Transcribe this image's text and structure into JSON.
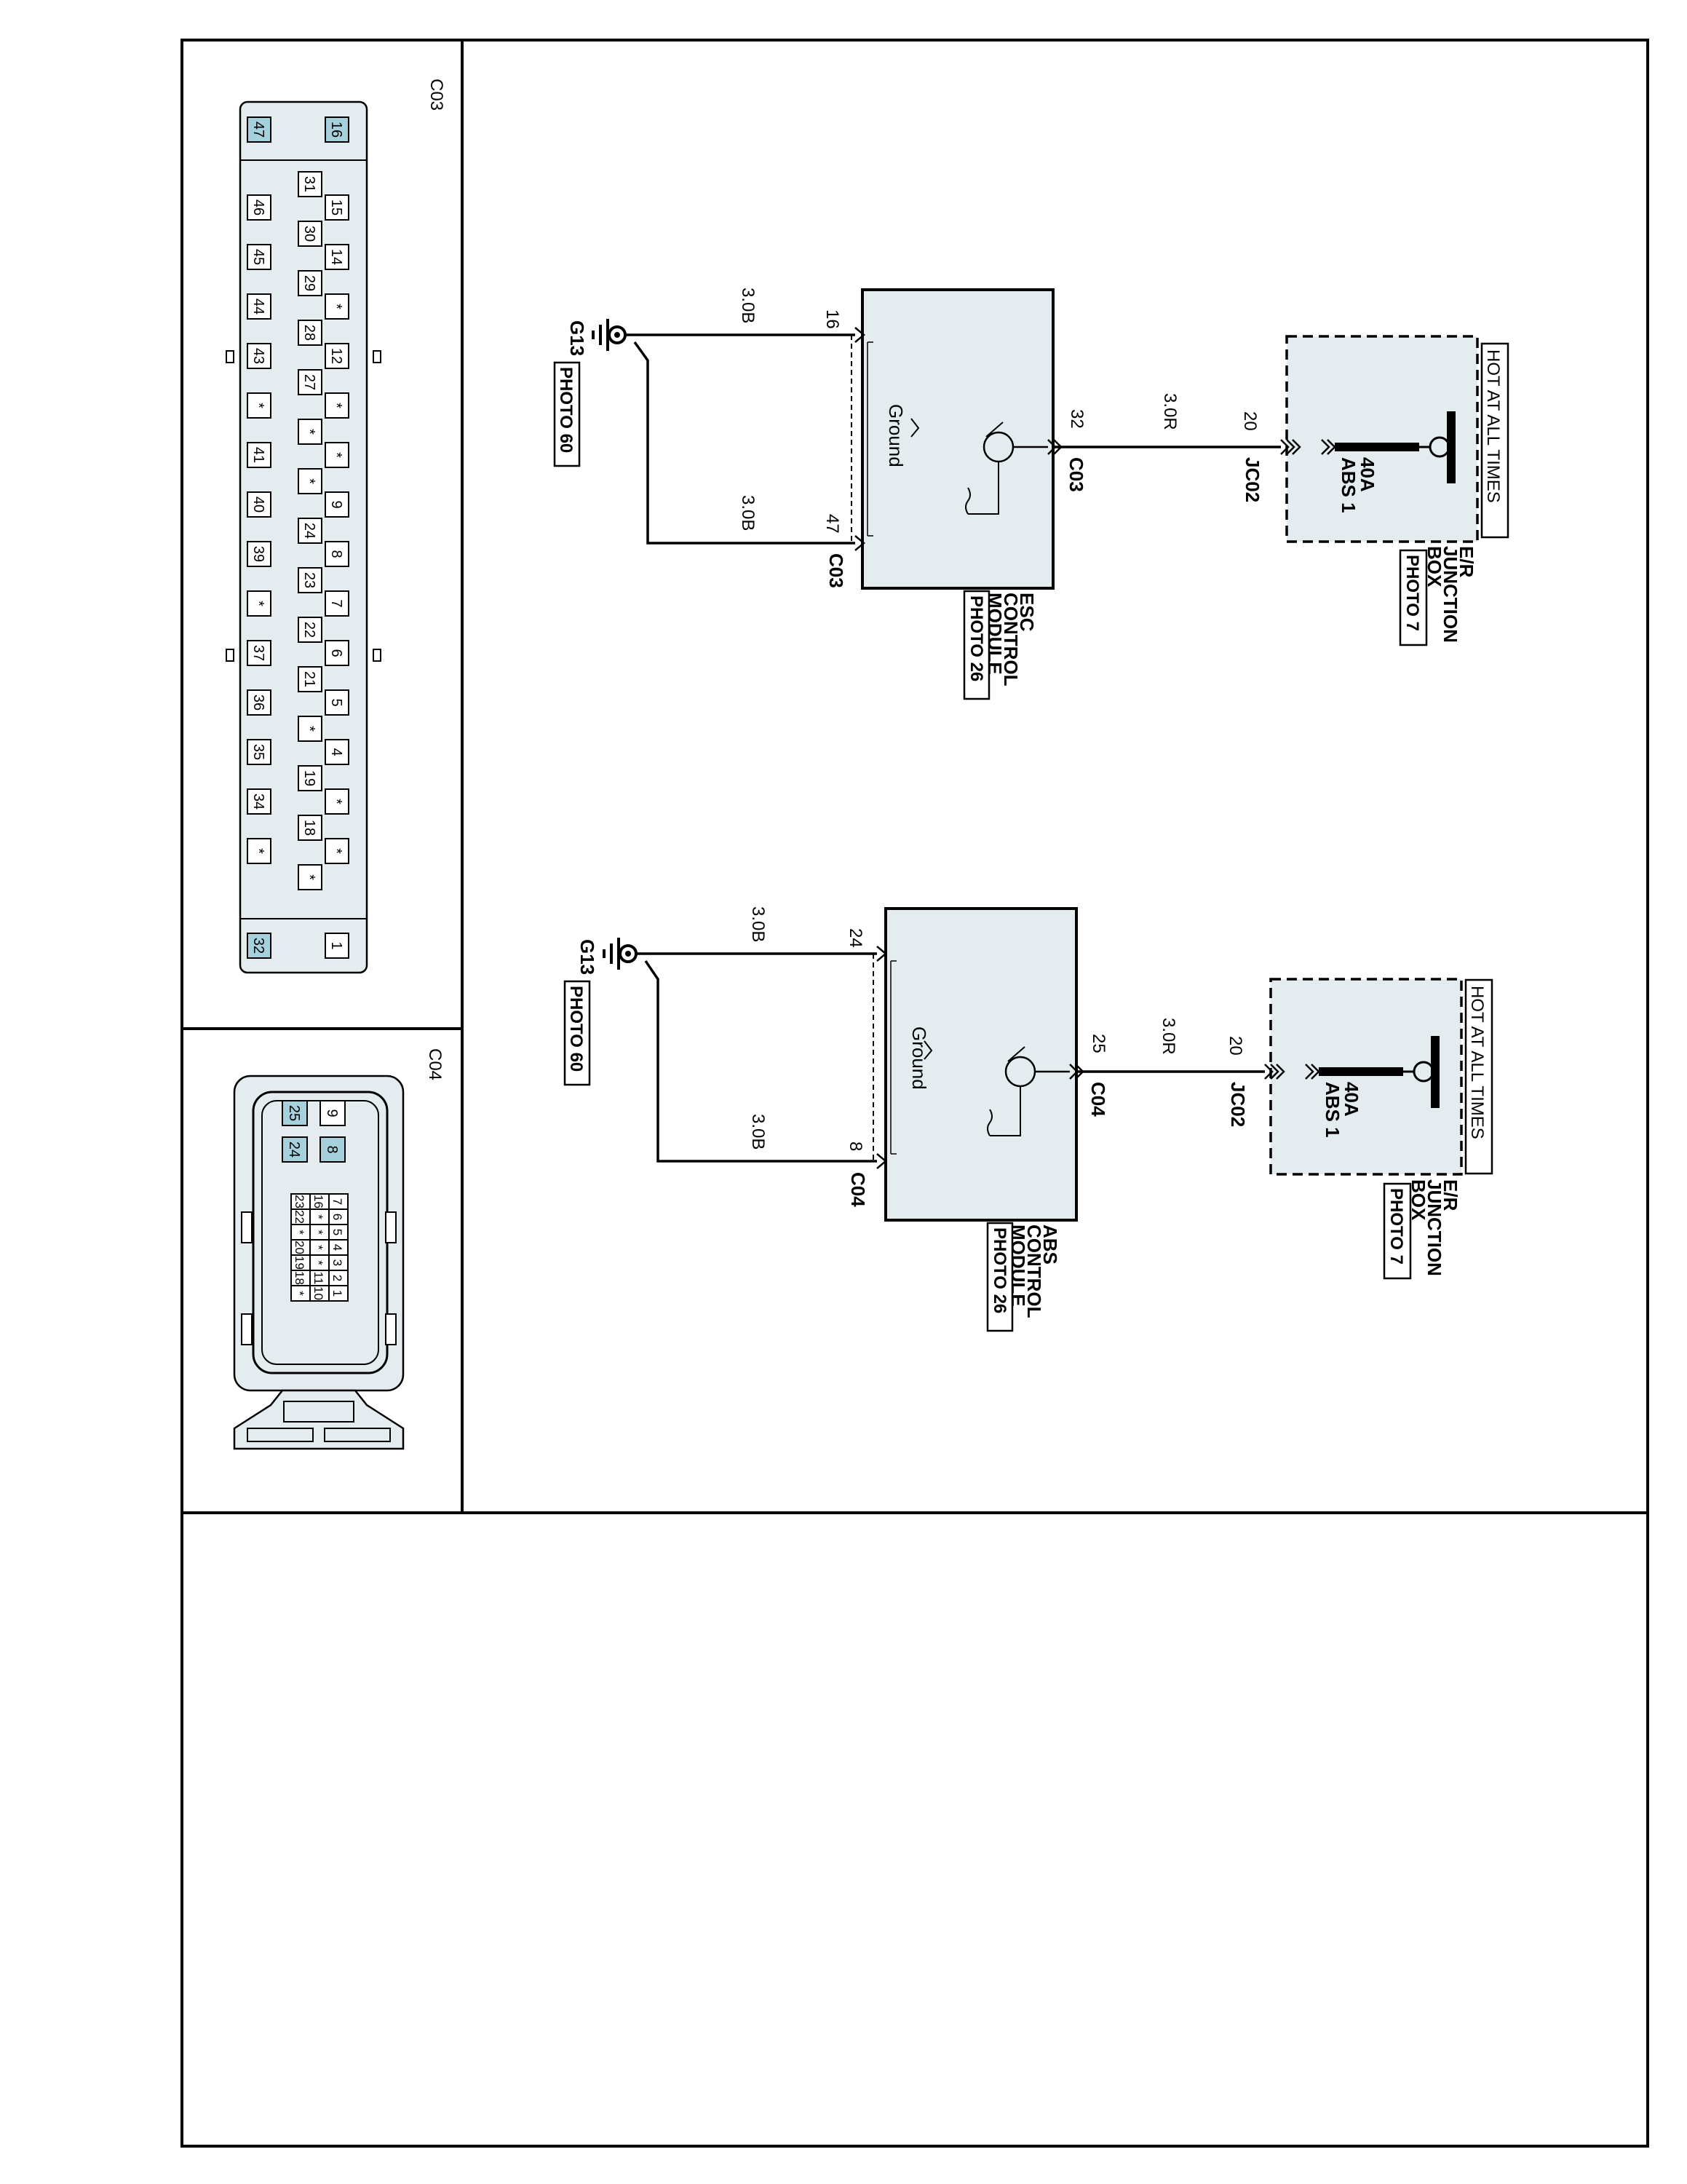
{
  "connectors": {
    "c03": {
      "title": "C03",
      "end_top": "16",
      "end_bottom": "47",
      "end_top_b": "1",
      "end_bottom_b": "32",
      "row_a": [
        "15",
        "14",
        "*",
        "12",
        "*",
        "*",
        "9",
        "8",
        "7",
        "6",
        "5",
        "4",
        "*",
        "*"
      ],
      "row_b": [
        "31",
        "30",
        "29",
        "28",
        "27",
        "*",
        "*",
        "24",
        "23",
        "22",
        "21",
        "*",
        "19",
        "18",
        "*"
      ],
      "row_c": [
        "46",
        "45",
        "44",
        "43",
        "*",
        "41",
        "40",
        "39",
        "*",
        "37",
        "36",
        "35",
        "34",
        "*"
      ]
    },
    "c04": {
      "title": "C04",
      "cav_top": [
        "9",
        "25"
      ],
      "cav_mid": [
        "8",
        "24"
      ],
      "grid_col1": [
        "7",
        "6",
        "5",
        "4",
        "3",
        "2",
        "1"
      ],
      "grid_col2": [
        "16",
        "*",
        "*",
        "*",
        "*",
        "11",
        "10"
      ],
      "grid_col3": [
        "23",
        "22",
        "*",
        "20",
        "19",
        "18",
        "*"
      ]
    }
  },
  "circuit_esc": {
    "ground_label": "G13",
    "ground_photo": "PHOTO 60",
    "wire_top_label": "3.0B",
    "wire_bottom_label": "3.0B",
    "pin_16": "16",
    "pin_47": "47",
    "conn_c03_bottom": "C03",
    "module_inner": "Ground",
    "pin_32": "32",
    "conn_c03_right": "C03",
    "wire_right_label": "3.0R",
    "jc_pin": "20",
    "jc_label": "JC02",
    "fuse_name": "ABS 1",
    "fuse_rating": "40A",
    "hot_label": "HOT AT ALL TIMES",
    "module_name": [
      "ESC",
      "CONTROL",
      "MODULE"
    ],
    "module_photo": "PHOTO 26",
    "box_name": [
      "E/R",
      "JUNCTION",
      "BOX"
    ],
    "box_photo": "PHOTO 7"
  },
  "circuit_abs": {
    "ground_label": "G13",
    "ground_photo": "PHOTO 60",
    "wire_top_label": "3.0B",
    "wire_bottom_label": "3.0B",
    "pin_24": "24",
    "pin_8": "8",
    "conn_c04_bottom": "C04",
    "module_inner": "Ground",
    "pin_25": "25",
    "conn_c04_right": "C04",
    "wire_right_label": "3.0R",
    "jc_pin": "20",
    "jc_label": "JC02",
    "fuse_name": "ABS 1",
    "fuse_rating": "40A",
    "hot_label": "HOT AT ALL TIMES",
    "module_name": [
      "ABS",
      "CONTROL",
      "MODULE"
    ],
    "module_photo": "PHOTO 26",
    "box_name": [
      "E/R",
      "JUNCTION",
      "BOX"
    ],
    "box_photo": "PHOTO 7"
  },
  "colors": {
    "module_fill": "#e4ecef",
    "cavity_highlight": "#a6d0dc",
    "line": "#000000"
  }
}
